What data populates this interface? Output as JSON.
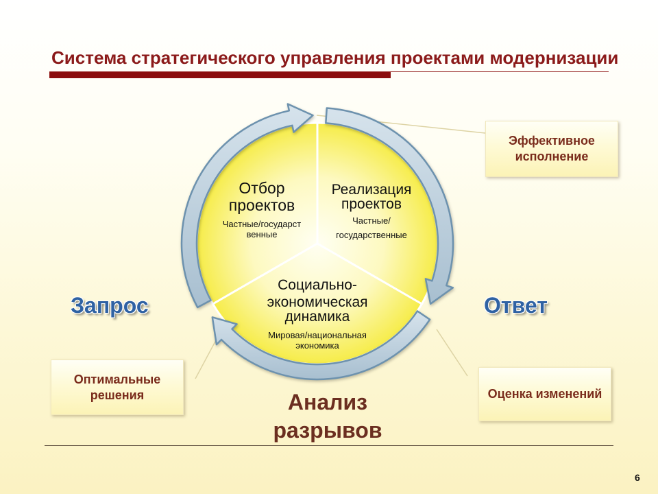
{
  "slide": {
    "title": "Система стратегического управления проектами модернизации",
    "page_number": "6"
  },
  "cycle": {
    "selection": {
      "title": [
        "Отбор",
        "проектов"
      ],
      "note": [
        "Частные/государст",
        "венные"
      ]
    },
    "implementation": {
      "title": [
        "Реализация",
        "проектов"
      ],
      "note": [
        "Частные/",
        "государственные"
      ]
    },
    "dynamics": {
      "title": [
        "Социально-",
        "экономическая",
        "динамика"
      ],
      "note": [
        "Мировая/национальная",
        "экономика"
      ]
    }
  },
  "labels": {
    "request": "Запрос",
    "response": "Ответ",
    "gap_analysis": [
      "Анализ",
      "разрывов"
    ]
  },
  "boxes": {
    "effective_execution": [
      "Эффективное",
      "исполнение"
    ],
    "optimal_solutions": [
      "Оптимальные",
      "решения"
    ],
    "change_assessment": [
      "Оценка изменений"
    ]
  },
  "colors": {
    "title": "#8b1a1a",
    "title_bar": "#8b0d0d",
    "sector_center": "#fffff2",
    "sector_mid": "#fdf9c0",
    "sector_edge": "#f6ec48",
    "ring_light": "#d6e3ec",
    "ring_dark": "#a8bfd0",
    "ring_stroke": "#6d92ae",
    "label_blue": "#2f62a3",
    "gap_analysis": "#6b2e20",
    "box_text": "#7a2c1c"
  }
}
